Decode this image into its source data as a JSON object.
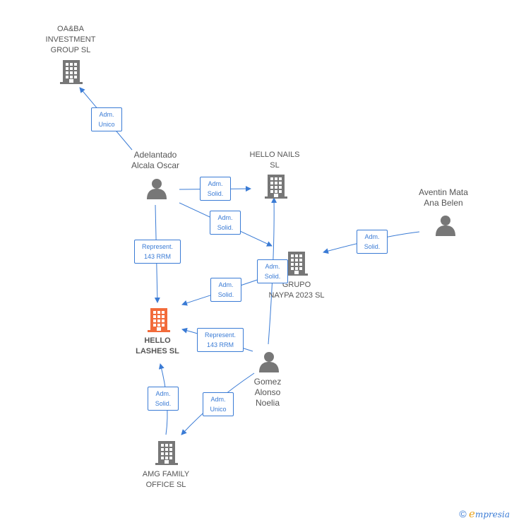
{
  "colors": {
    "accent": "#3a7bd5",
    "highlight": "#f26b3a",
    "node": "#777777"
  },
  "nodes": {
    "oaba": {
      "label": "OA&BA\nINVESTMENT\nGROUP  SL",
      "icon": "building-icon"
    },
    "adelantado": {
      "label": "Adelantado\nAlcala Oscar",
      "icon": "person-icon"
    },
    "hello_nails": {
      "label": "HELLO NAILS\nSL",
      "icon": "building-icon"
    },
    "aventin": {
      "label": "Aventin Mata\nAna Belen",
      "icon": "person-icon"
    },
    "grupo": {
      "label": "GRUPO\nNAYPA 2023  SL",
      "icon": "building-icon"
    },
    "hello_lashes": {
      "label": "HELLO\nLASHES  SL",
      "icon": "building-icon"
    },
    "gomez": {
      "label": "Gomez\nAlonso\nNoelia",
      "icon": "person-icon"
    },
    "amg": {
      "label": "AMG FAMILY\nOFFICE  SL",
      "icon": "building-icon"
    }
  },
  "edges": {
    "e1": "Adm.\nUnico",
    "e2": "Adm.\nSolid.",
    "e3": "Adm.\nSolid.",
    "e4": "Represent.\n143 RRM",
    "e5": "Adm.\nSolid.",
    "e6": "Adm.\nSolid.",
    "e7": "Adm.\nSolid.",
    "e8": "Represent.\n143 RRM",
    "e9": "Adm.\nSolid.",
    "e10": "Adm.\nUnico"
  },
  "footer": {
    "copyright": "©",
    "brand_first": "e",
    "brand_rest": "mpresia"
  }
}
